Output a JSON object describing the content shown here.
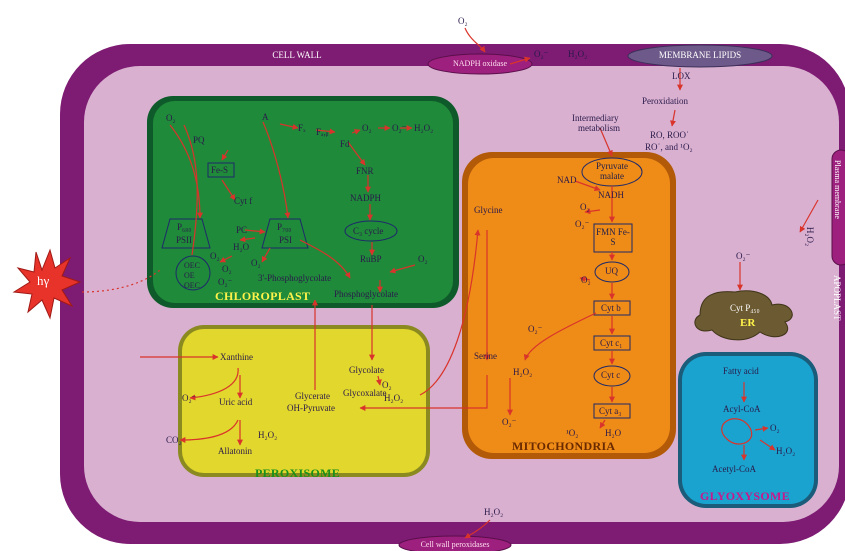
{
  "colors": {
    "cell_wall": "#7e1b73",
    "cytoplasm": "#d9b0d0",
    "chloroplast": "#1f8a3a",
    "peroxisome": "#e2d72c",
    "mitochondria": "#ef8b17",
    "glyoxysome": "#1aa3cf",
    "er": "#6b5a32",
    "arrow": "#d9342b",
    "light_burst": "#e8332b"
  },
  "labels": {
    "cell_wall": "CELL WALL",
    "apoplast": "APOPLAST",
    "nadph_oxidase": "NADPH oxidase",
    "membrane_lipids": "MEMBRANE LIPIDS",
    "cell_wall_peroxidases": "Cell wall peroxidases",
    "plasma_membrane_right": "Plasma membrane",
    "o2_top": "O₂",
    "o2rad_top": "O₂⁻",
    "h2o2_top": "H₂O₂",
    "lox": "LOX",
    "peroxidation": "Peroxidation",
    "ro_line1": "RO, ROO˙",
    "ro_line2": "RO˙, and ¹O₂",
    "intermediary_1": "Intermediary",
    "intermediary_2": "metabolism",
    "h2o2_right": "H₂O₂",
    "h2o2_bottom": "H₂O₂",
    "light": "hγ"
  },
  "chloroplast": {
    "title": "CHLOROPLAST",
    "q2": "O₂",
    "pq": "PQ",
    "fes": "Fe-S",
    "cytf": "Cyt f",
    "pc": "PC",
    "h2o": "H₂O",
    "p680": "P₆₈₀",
    "psii": "PSII",
    "p700": "P₇₀₀",
    "psi": "PSI",
    "o2_a": "O₂",
    "o2_b": "O₂",
    "o2rad_a": "O₂⁻",
    "o2_c": "O₂",
    "oec1": "OEC",
    "oec2": "OE",
    "oec3": "OEC",
    "a": "A",
    "fx": "Fₓ",
    "fab": "Fₐ,ᵦ",
    "fd": "Fd",
    "o2_d": "O₂",
    "o2rad_d": "O₂⁻",
    "h2o2_d": "H₂O₂",
    "fnr": "FNR",
    "nadph": "NADPH",
    "c3": "C₃ cycle",
    "rubp": "RuBP",
    "o2_e": "O₂",
    "pgly": "3'-Phosphoglycolate",
    "pglyc": "Phosphoglycolate"
  },
  "peroxisome": {
    "title": "PEROXISOME",
    "xanthine": "Xanthine",
    "o2rad": "O₂⁻",
    "uric": "Uric acid",
    "co2": "CO₂",
    "h2o2": "H₂O₂",
    "allatonin": "Allatonin",
    "glycerate": "Glycerate",
    "ohpyr": "OH-Pyruvate",
    "glycolate": "Glycolate",
    "o2": "O₂",
    "h2o2b": "H₂O₂",
    "glycox": "Glycoxalate"
  },
  "mitochondria": {
    "title": "MITOCHONDRIA",
    "pyruvate": "Pyruvate malate",
    "nad": "NAD",
    "nadh": "NADH",
    "o2": "O₂",
    "o2rad": "O₂⁻",
    "fmn": "FMN Fe-S",
    "uq": "UQ",
    "o2b": "O₂",
    "cytb": "Cyt b",
    "o2rad2": "O₂⁻",
    "cytc1": "Cyt c₁",
    "cytc": "Cyt c",
    "cyta3": "Cyt a₃",
    "o2c": "¹O₂",
    "h2o": "H₂O",
    "h2o2": "H₂O₂",
    "o2rad3": "O₂⁻",
    "glycine": "Glycine",
    "serine": "Serine"
  },
  "er": {
    "title": "ER",
    "cyt": "Cyt P₄₅₀",
    "o2rad": "O₂⁻"
  },
  "glyoxysome": {
    "title": "GLYOXYSOME",
    "fatty": "Fatty acid",
    "acyl": "Acyl-CoA",
    "acetyl": "Acetyl-CoA",
    "o2": "O₂",
    "h2o2": "H₂O₂"
  }
}
